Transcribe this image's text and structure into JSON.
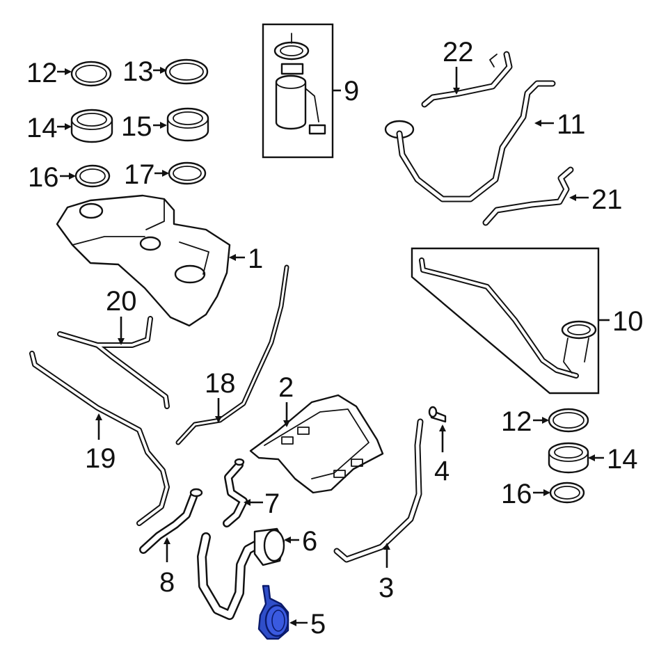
{
  "callouts": {
    "c1": "1",
    "c2": "2",
    "c3": "3",
    "c4": "4",
    "c5": "5",
    "c6": "6",
    "c7": "7",
    "c8": "8",
    "c9": "9",
    "c10": "10",
    "c11": "11",
    "c12a": "12",
    "c12b": "12",
    "c13": "13",
    "c14a": "14",
    "c14b": "14",
    "c15": "15",
    "c16a": "16",
    "c16b": "16",
    "c17": "17",
    "c18": "18",
    "c19": "19",
    "c20": "20",
    "c21": "21",
    "c22": "22"
  },
  "colors": {
    "line": "#111111",
    "highlight_fill": "#2f4ec9",
    "highlight_stroke": "#0a1a6b",
    "background": "#ffffff"
  },
  "highlighted_part": "5"
}
